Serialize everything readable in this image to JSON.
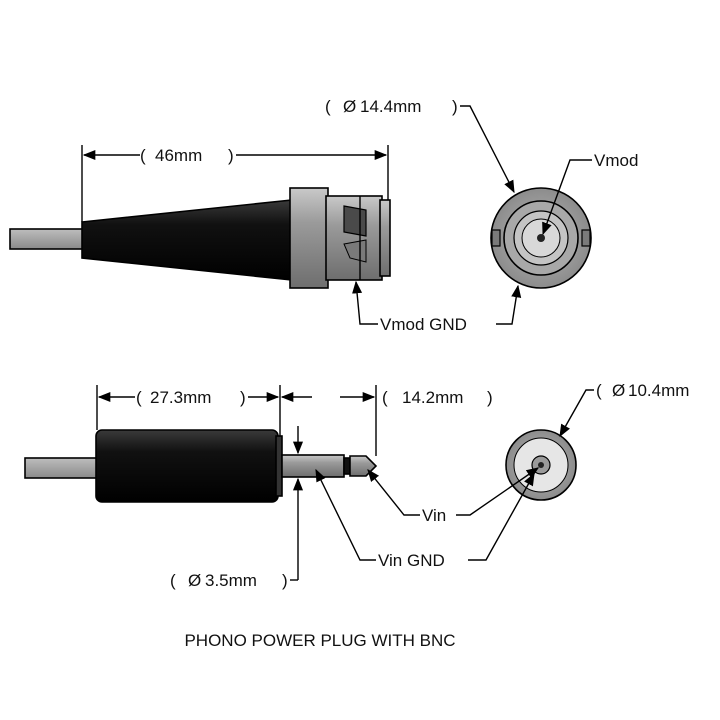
{
  "title": "PHONO POWER PLUG WITH BNC",
  "bnc": {
    "length": "46mm",
    "diameter": "14.4mm",
    "signal": "Vmod",
    "ground": "Vmod GND"
  },
  "phono": {
    "body_length": "27.3mm",
    "tip_length": "14.2mm",
    "face_diameter": "10.4mm",
    "pin_diameter": "3.5mm",
    "signal": "Vin",
    "ground": "Vin GND"
  },
  "symbols": {
    "diameter": "Ø",
    "paren_open": "(",
    "paren_close": ")"
  }
}
